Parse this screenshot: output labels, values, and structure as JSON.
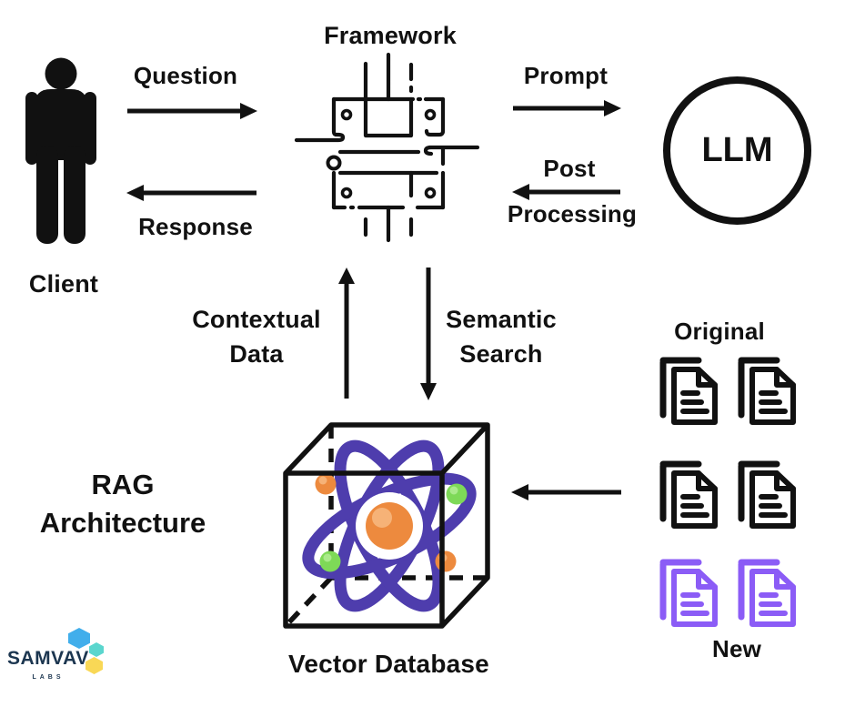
{
  "diagram": {
    "title_line1": "RAG",
    "title_line2": "Architecture",
    "nodes": {
      "client": "Client",
      "framework": "Framework",
      "llm": "LLM",
      "vector_database": "Vector Database"
    },
    "flows": {
      "question": "Question",
      "response": "Response",
      "prompt": "Prompt",
      "post_line1": "Post",
      "post_line2": "Processing",
      "contextual_line1": "Contextual",
      "contextual_line2": "Data",
      "semantic_line1": "Semantic",
      "semantic_line2": "Search"
    },
    "documents": {
      "original_label": "Original",
      "new_label": "New",
      "original_count": 4,
      "new_count": 2
    }
  },
  "logo": {
    "brand": "SAMVAV",
    "sub": "LABS"
  },
  "icons": {
    "client": "person-icon",
    "framework": "schematic-bracket-icon",
    "vector_database": "atom-in-cube-icon",
    "documents": "document-copy-icon"
  },
  "colors": {
    "ink": "#111111",
    "doc-purple": "#8B5CF6",
    "orbit-indigo": "#4E3DAD",
    "nucleus-orange": "#ED8A3E",
    "orange-highlight": "#F6B277",
    "electron-green": "#7ED957",
    "green-highlight": "#ABEA8C",
    "logo-navy": "#1C3650",
    "hex-blue": "#41AEEB",
    "hex-teal": "#5BD6CE",
    "hex-yellow": "#F9D856"
  }
}
